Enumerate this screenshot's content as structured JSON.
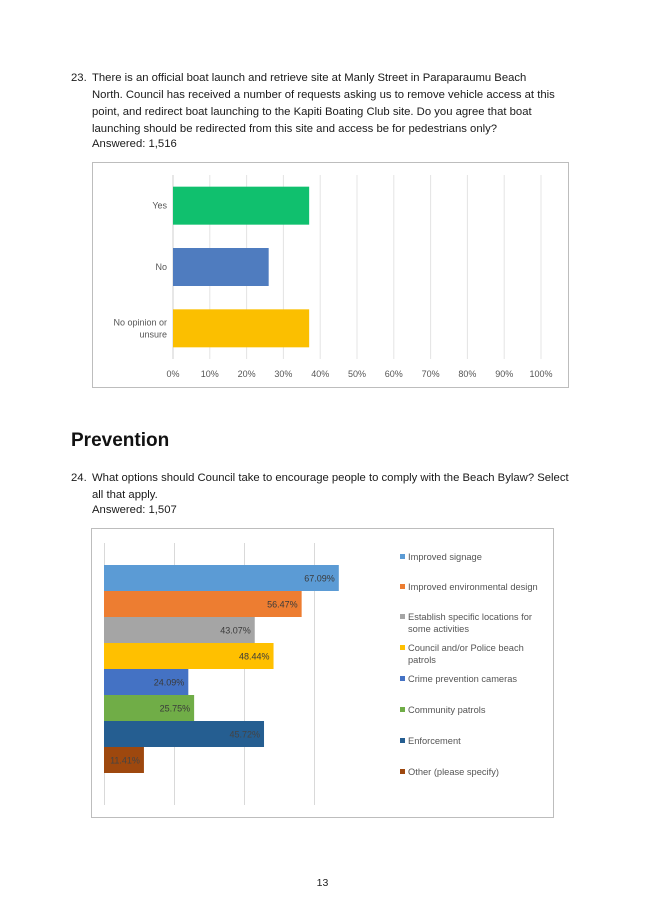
{
  "q23": {
    "number": "23.",
    "lines": [
      "There is an official boat launch and retrieve site at Manly Street in Paraparaumu Beach",
      "North.  Council has received a number of requests asking us to remove vehicle access at this",
      "point, and redirect boat launching to the Kapiti Boating Club site.  Do you agree that boat",
      "launching should be redirected from this site and access be for pedestrians only?"
    ],
    "answered": "Answered: 1,516"
  },
  "heading": "Prevention",
  "q24": {
    "number": "24.",
    "lines": [
      "What options should Council take to encourage people to comply with the Beach Bylaw?  Select",
      "all that apply."
    ],
    "answered": "Answered: 1,507"
  },
  "page_number": "13",
  "chart_data": [
    {
      "type": "bar",
      "orientation": "horizontal",
      "categories": [
        "Yes",
        "No",
        "No opinion or unsure"
      ],
      "values": [
        37,
        26,
        37
      ],
      "colors": [
        "#10c06e",
        "#4f7cbf",
        "#fbbf00"
      ],
      "x_ticks": [
        "0%",
        "10%",
        "20%",
        "30%",
        "40%",
        "50%",
        "60%",
        "70%",
        "80%",
        "90%",
        "100%"
      ],
      "xlim": [
        0,
        100
      ],
      "grid": true
    },
    {
      "type": "bar",
      "orientation": "horizontal",
      "series": [
        {
          "name": "Improved signage",
          "value": 67.09,
          "label": "67.09%",
          "color": "#5b9bd5"
        },
        {
          "name": "Improved environmental design",
          "value": 56.47,
          "label": "56.47%",
          "color": "#ed7d31"
        },
        {
          "name": "Establish specific locations for some activities",
          "value": 43.07,
          "label": "43.07%",
          "color": "#a5a5a5"
        },
        {
          "name": "Council and/or Police beach patrols",
          "value": 48.44,
          "label": "48.44%",
          "color": "#ffc000"
        },
        {
          "name": "Crime prevention cameras",
          "value": 24.09,
          "label": "24.09%",
          "color": "#4472c4"
        },
        {
          "name": "Community patrols",
          "value": 25.75,
          "label": "25.75%",
          "color": "#70ad47"
        },
        {
          "name": "Enforcement",
          "value": 45.72,
          "label": "45.72%",
          "color": "#255e91"
        },
        {
          "name": "Other (please specify)",
          "value": 11.41,
          "label": "11.41%",
          "color": "#9e480e"
        }
      ],
      "legend_position": "right",
      "grid": true
    }
  ]
}
